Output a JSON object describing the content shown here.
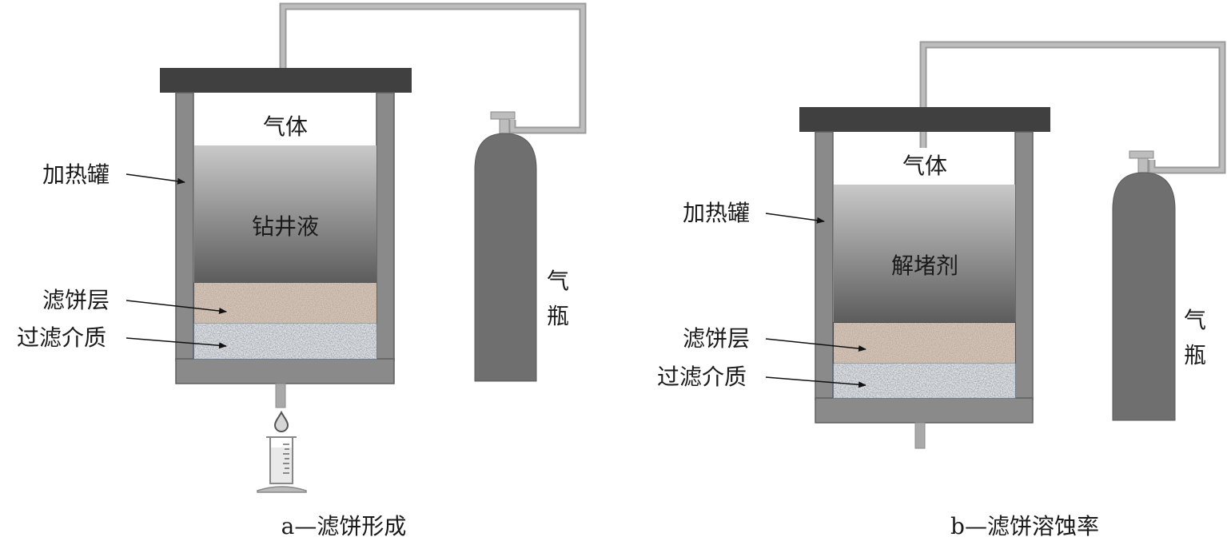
{
  "colors": {
    "lid": "#404040",
    "wall": "#8a8a8a",
    "wall_stroke": "#5e5e5e",
    "pipe": "#a9a9a9",
    "cylinder": "#6f6f6f",
    "cake": "#a58f7c",
    "media": "#b8bcc2"
  },
  "diagram_a": {
    "gas_label": "气体",
    "liquid_label": "钻井液",
    "tank_label": "加热罐",
    "cake_label": "滤饼层",
    "media_label": "过滤介质",
    "cylinder_label_1": "气",
    "cylinder_label_2": "瓶",
    "caption": "a—滤饼形成"
  },
  "diagram_b": {
    "gas_label": "气体",
    "liquid_label": "解堵剂",
    "tank_label": "加热罐",
    "cake_label": "滤饼层",
    "media_label": "过滤介质",
    "cylinder_label_1": "气",
    "cylinder_label_2": "瓶",
    "caption": "b—滤饼溶蚀率"
  }
}
